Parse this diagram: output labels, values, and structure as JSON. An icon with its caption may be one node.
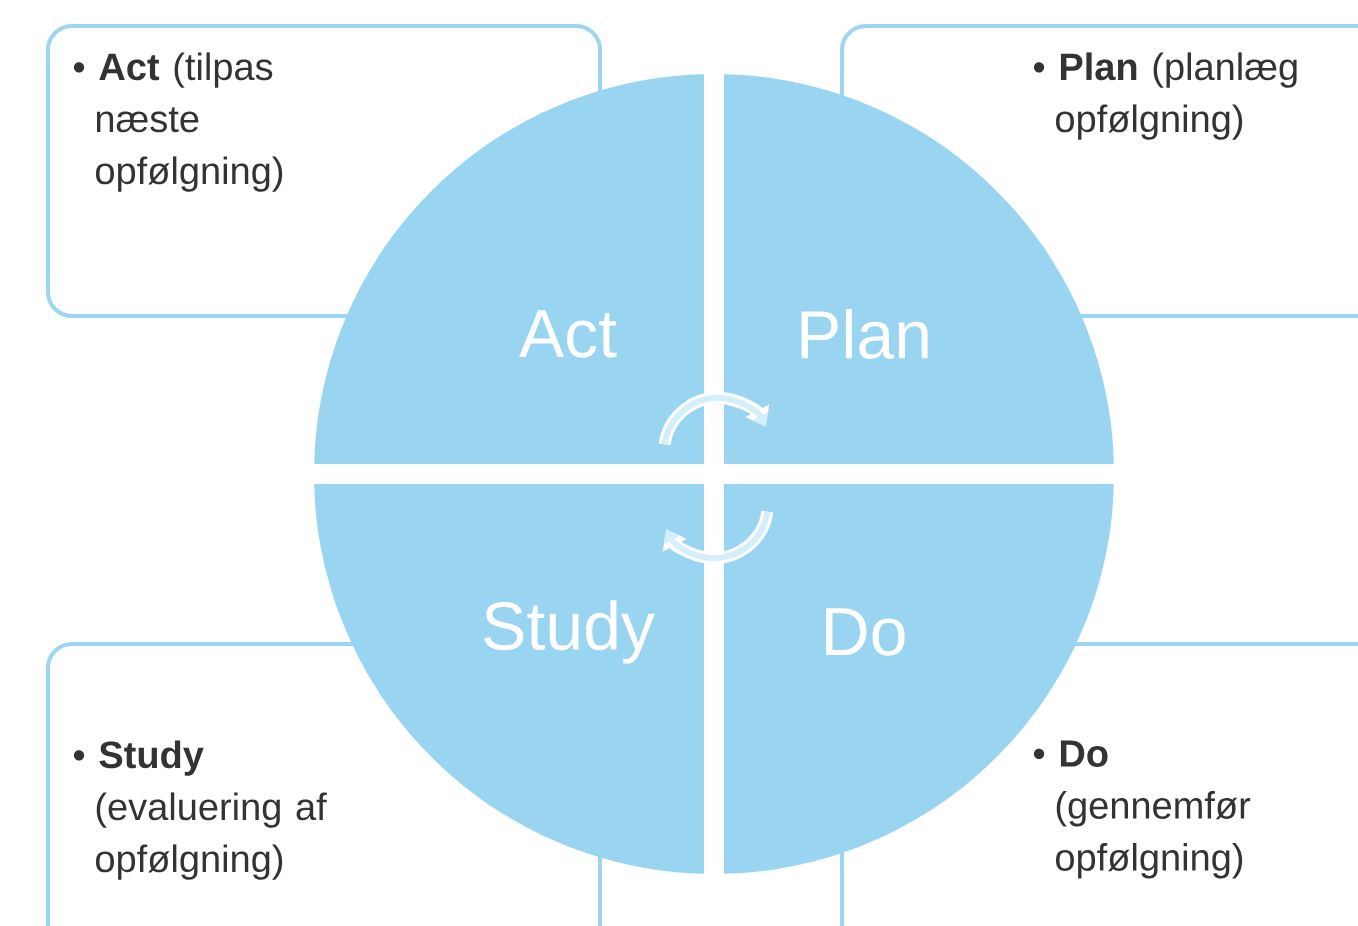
{
  "diagram": {
    "nodes": [
      {
        "text": [
          "• **Act** (tilpas næste opfølgning)"
        ]
      },
      {
        "text": [
          "• **Plan** (planlæg opfølgning)"
        ]
      },
      {
        "text": [
          "• **Study** (evaluering af opfølgning)"
        ]
      },
      {
        "text": [
          "• **Do** (gennemfør opfølgning)"
        ]
      },
      {
        "text": [
          "Act"
        ]
      },
      {
        "text": [
          "Plan"
        ]
      },
      {
        "text": [
          "Study"
        ]
      },
      {
        "text": [
          "Do"
        ]
      }
    ],
    "edges": [
      {
        "from": 4,
        "to": 5,
        "arrow": "to"
      },
      {
        "from": 7,
        "to": 6,
        "arrow": "to"
      }
    ]
  }
}
